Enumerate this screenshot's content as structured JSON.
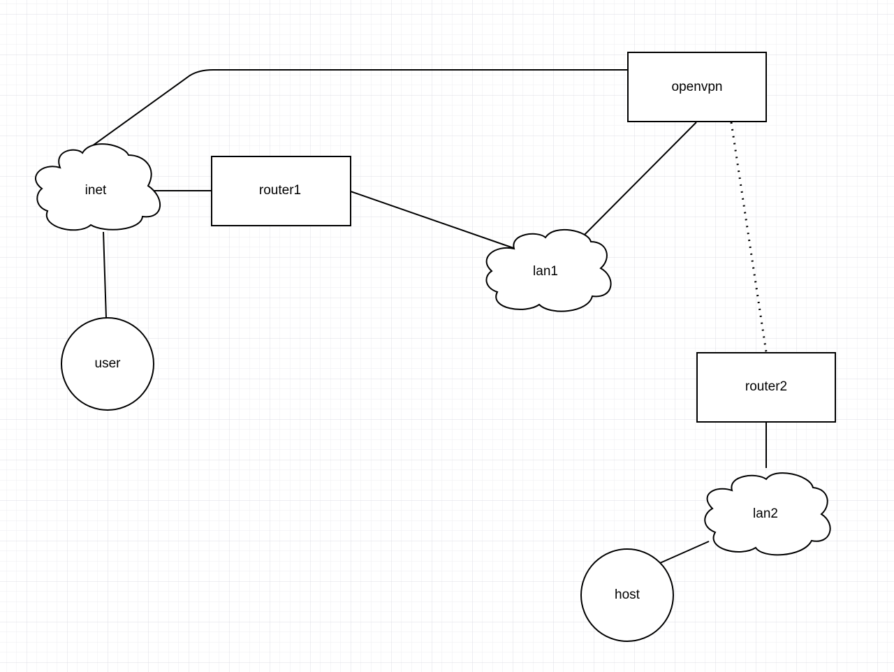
{
  "colors": {
    "background": "#ffffff",
    "grid_minor": "#eeeef2",
    "grid_major": "#dcdce4",
    "stroke": "#000000"
  },
  "nodes": {
    "openvpn": {
      "label": "openvpn",
      "shape": "rectangle"
    },
    "router1": {
      "label": "router1",
      "shape": "rectangle"
    },
    "router2": {
      "label": "router2",
      "shape": "rectangle"
    },
    "inet": {
      "label": "inet",
      "shape": "cloud"
    },
    "lan1": {
      "label": "lan1",
      "shape": "cloud"
    },
    "lan2": {
      "label": "lan2",
      "shape": "cloud"
    },
    "user": {
      "label": "user",
      "shape": "circle"
    },
    "host": {
      "label": "host",
      "shape": "circle"
    }
  },
  "edges": [
    {
      "from": "inet",
      "to": "openvpn",
      "style": "solid"
    },
    {
      "from": "inet",
      "to": "router1",
      "style": "solid"
    },
    {
      "from": "inet",
      "to": "user",
      "style": "solid"
    },
    {
      "from": "router1",
      "to": "lan1",
      "style": "solid"
    },
    {
      "from": "openvpn",
      "to": "lan1",
      "style": "solid"
    },
    {
      "from": "openvpn",
      "to": "router2",
      "style": "dotted"
    },
    {
      "from": "router2",
      "to": "lan2",
      "style": "solid"
    },
    {
      "from": "lan2",
      "to": "host",
      "style": "solid"
    }
  ]
}
